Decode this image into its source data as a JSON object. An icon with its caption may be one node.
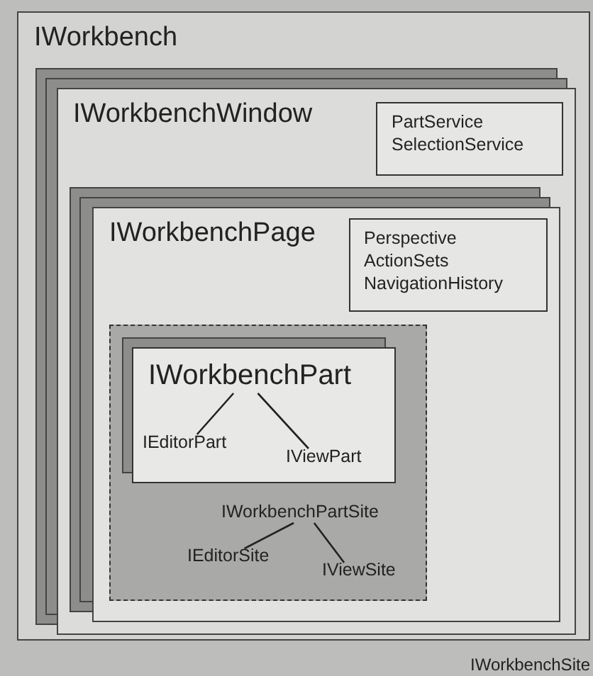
{
  "diagram": {
    "nodes": [
      {
        "text": [
          "IWorkbench"
        ]
      },
      {
        "text": [
          "IWorkbenchWindow"
        ],
        "in": 0
      },
      {
        "text": [
          "PartService",
          "SelectionService"
        ],
        "in": 1
      },
      {
        "text": [
          "IWorkbenchPage"
        ],
        "in": 1
      },
      {
        "text": [
          "Perspective",
          "ActionSets",
          "NavigationHistory"
        ],
        "in": 3
      },
      {
        "text": [],
        "shape": "box",
        "in": 3
      },
      {
        "text": [],
        "shape": "box",
        "in": 5
      },
      {
        "text": [
          "IWorkbenchPart"
        ],
        "in": 6
      },
      {
        "text": [
          "IEditorPart"
        ],
        "in": 6
      },
      {
        "text": [
          "IViewPart"
        ],
        "in": 6
      },
      {
        "text": [
          "IWorkbenchPartSite"
        ],
        "in": 5
      },
      {
        "text": [
          "IEditorSite"
        ],
        "in": 5
      },
      {
        "text": [
          "IViewSite"
        ],
        "in": 5
      }
    ],
    "edges": [
      {
        "from": 7,
        "to": 8,
        "arrow": "none"
      },
      {
        "from": 7,
        "to": 9,
        "arrow": "none"
      },
      {
        "from": 10,
        "to": 11,
        "arrow": "none"
      },
      {
        "from": 10,
        "to": 12,
        "arrow": "none"
      }
    ],
    "labels": [
      "IWorkbenchSite"
    ]
  }
}
